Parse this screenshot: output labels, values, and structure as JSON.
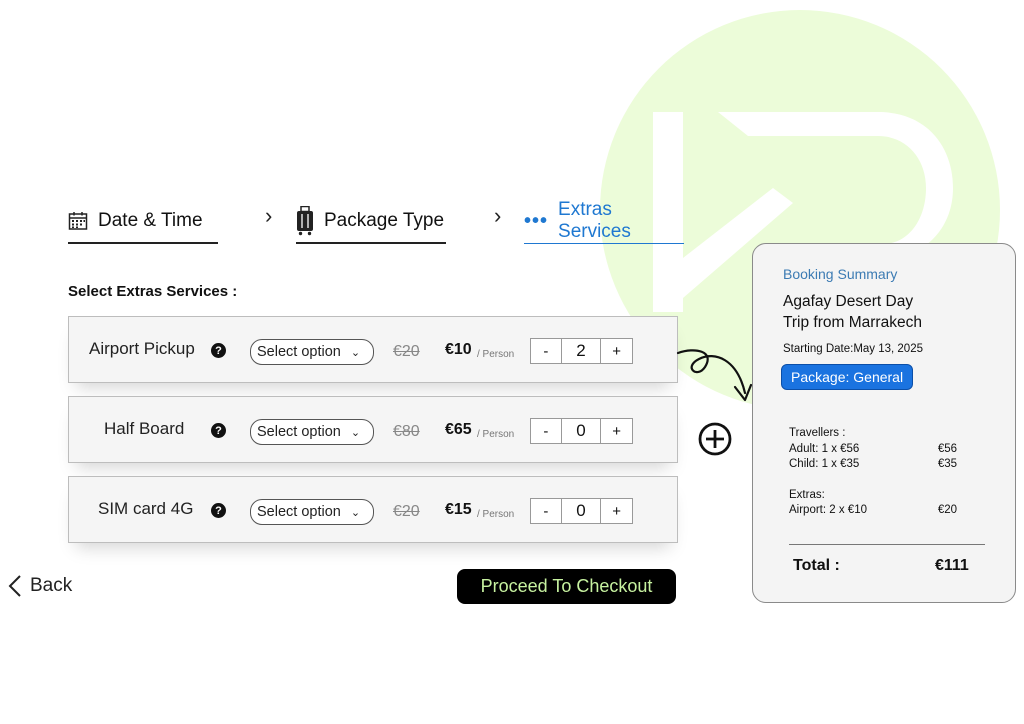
{
  "steps": [
    {
      "label": "Date & Time",
      "icon": "calendar-icon"
    },
    {
      "label": "Package Type",
      "icon": "luggage-icon"
    },
    {
      "label": "Extras Services",
      "icon": "ellipsis-icon"
    }
  ],
  "section_title": "Select Extras Services :",
  "extras": [
    {
      "name": "Airport Pickup",
      "select": "Select option",
      "old_price": "€20",
      "price": "€10",
      "per": "/ Person",
      "qty": "2"
    },
    {
      "name": "Half Board",
      "select": "Select option",
      "old_price": "€80",
      "price": "€65",
      "per": "/ Person",
      "qty": "0"
    },
    {
      "name": "SIM card 4G",
      "select": "Select option",
      "old_price": "€20",
      "price": "€15",
      "per": "/ Person",
      "qty": "0"
    }
  ],
  "stepper": {
    "minus": "-",
    "plus": "+"
  },
  "help_glyph": "?",
  "back_label": "Back",
  "checkout_label": "Proceed To Checkout",
  "summary": {
    "title": "Booking Summary",
    "trip_line1": "Agafay Desert Day",
    "trip_line2": "Trip from Marrakech",
    "starting_date": "Starting Date:May 13, 2025",
    "package": "Package: General",
    "travellers_label": "Travellers :",
    "adult": "Adult: 1 x €56",
    "adult_amount": "€56",
    "child": "Child: 1 x €35",
    "child_amount": "€35",
    "extras_label": "Extras:",
    "airport": "Airport: 2 x €10",
    "airport_amount": "€20",
    "total_label": "Total :",
    "total_value": "€111"
  },
  "colors": {
    "accent": "#1f78d1",
    "logo_bg": "#ecfcd9",
    "checkout_text": "#c7f2a0",
    "package_bg": "#1a73e0"
  }
}
